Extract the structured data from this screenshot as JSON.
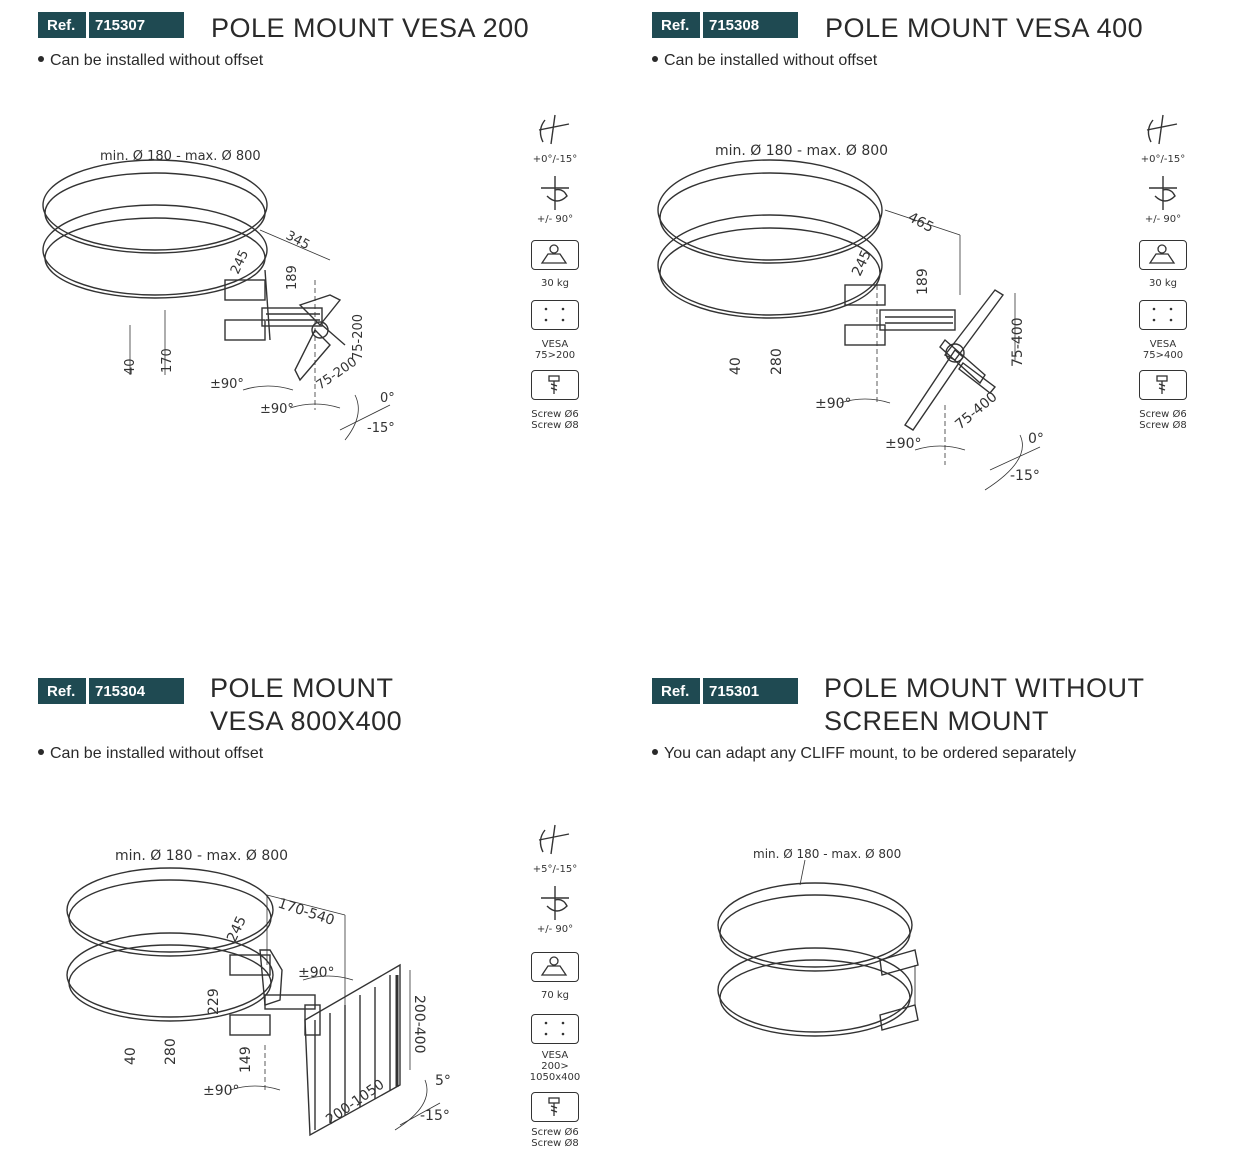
{
  "products": [
    {
      "ref_label": "Ref.",
      "ref_number": "715307",
      "title_lines": [
        "POLE MOUNT VESA 200"
      ],
      "bullet": "Can be installed without offset",
      "drawing": {
        "diameter": "min. Ø 180 - max. Ø 800",
        "dims": [
          "345",
          "245",
          "189",
          "40",
          "170",
          "75-200",
          "75-200",
          "±90°",
          "±90°",
          "0°",
          "-15°"
        ]
      },
      "icons": {
        "tilt": "+0°/-15°",
        "swivel": "+/- 90°",
        "load": "30 kg",
        "vesa": [
          "VESA",
          "75>200"
        ],
        "screw": [
          "Screw Ø6",
          "Screw Ø8"
        ]
      }
    },
    {
      "ref_label": "Ref.",
      "ref_number": "715308",
      "title_lines": [
        "POLE MOUNT VESA 400"
      ],
      "bullet": "Can be installed without offset",
      "drawing": {
        "diameter": "min. Ø 180 - max. Ø 800",
        "dims": [
          "465",
          "245",
          "189",
          "40",
          "280",
          "75-400",
          "75-400",
          "±90°",
          "±90°",
          "0°",
          "-15°"
        ]
      },
      "icons": {
        "tilt": "+0°/-15°",
        "swivel": "+/- 90°",
        "load": "30 kg",
        "vesa": [
          "VESA",
          "75>400"
        ],
        "screw": [
          "Screw Ø6",
          "Screw Ø8"
        ]
      }
    },
    {
      "ref_label": "Ref.",
      "ref_number": "715304",
      "title_lines": [
        "POLE MOUNT",
        "VESA 800X400"
      ],
      "bullet": "Can be installed without offset",
      "drawing": {
        "diameter": "min. Ø 180 - max. Ø 800",
        "dims": [
          "170-540",
          "245",
          "229",
          "40",
          "280",
          "149",
          "200-400",
          "200-1050",
          "±90°",
          "±90°",
          "5°",
          "-15°"
        ]
      },
      "icons": {
        "tilt": "+5°/-15°",
        "swivel": "+/- 90°",
        "load": "70 kg",
        "vesa": [
          "VESA",
          "200>",
          "1050x400"
        ],
        "screw": [
          "Screw Ø6",
          "Screw Ø8"
        ]
      }
    },
    {
      "ref_label": "Ref.",
      "ref_number": "715301",
      "title_lines": [
        "POLE MOUNT WITHOUT",
        "SCREEN MOUNT"
      ],
      "bullet": "You can adapt any CLIFF mount, to be ordered separately",
      "drawing": {
        "diameter": "min. Ø 180 - max. Ø 800"
      }
    }
  ]
}
